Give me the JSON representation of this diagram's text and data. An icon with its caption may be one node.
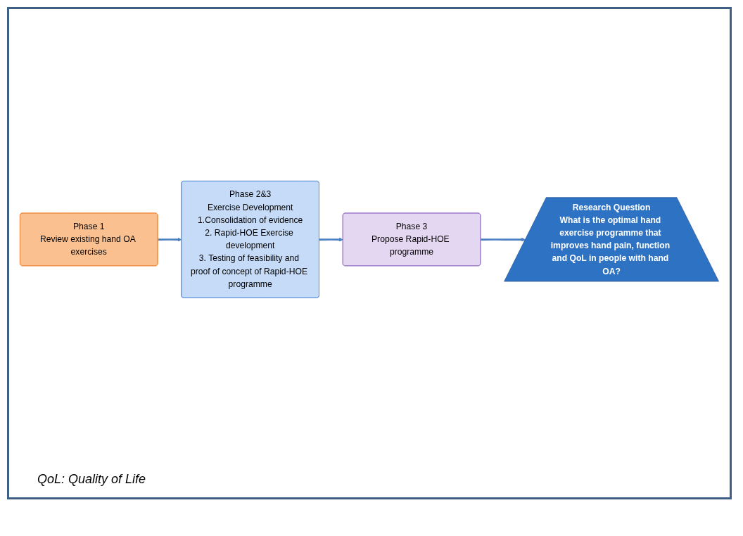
{
  "diagram": {
    "nodes": [
      {
        "text": [
          "Research Question",
          "What is the optimal hand exercise programme that improves hand pain, function and QoL in people with hand OA?"
        ]
      },
      {
        "text": [
          "Phase 1",
          "Review existing hand OA exercises"
        ]
      },
      {
        "text": [
          "Phase 2&3",
          "Exercise Development",
          "1.Consolidation of evidence",
          "2. Rapid-HOE Exercise development",
          "3. Testing of feasibility and proof of concept of Rapid-HOE programme"
        ]
      },
      {
        "text": [
          "Phase 3",
          "Propose Rapid-HOE programme"
        ]
      }
    ],
    "edges": [
      {
        "from": 1,
        "to": 2,
        "arrow": "to"
      },
      {
        "from": 2,
        "to": 3,
        "arrow": "to"
      },
      {
        "from": 3,
        "to": 0,
        "arrow": "to"
      }
    ],
    "labels": [
      "QoL: Quality of Life"
    ]
  }
}
